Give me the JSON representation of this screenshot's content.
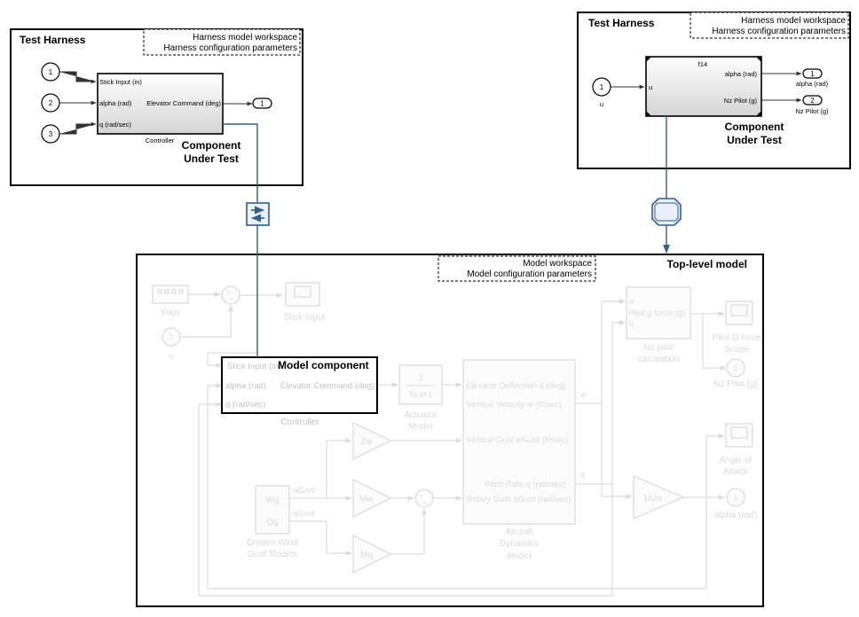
{
  "harness_left": {
    "title": "Test Harness",
    "workspace_note": "Harness model workspace",
    "config_note": "Harness configuration parameters",
    "inports": [
      "1",
      "2",
      "3"
    ],
    "outport": "1",
    "controller_inputs": [
      "Stick Input (in)",
      "alpha (rad)",
      "q (rad/sec)"
    ],
    "controller_output": "Elevator Command (deg)",
    "controller_name": "Controller",
    "cut_label_line1": "Component",
    "cut_label_line2": "Under Test"
  },
  "harness_right": {
    "title": "Test Harness",
    "workspace_note": "Harness model workspace",
    "config_note": "Harness configuration parameters",
    "inport": "1",
    "inport_name": "u",
    "block_name": "f14",
    "block_input": "u",
    "block_outputs": [
      "alpha (rad)",
      "Nz Pilot (g)"
    ],
    "outports": [
      "1",
      "2"
    ],
    "outport_names": [
      "alpha (rad)",
      "Nz Pilot (g)"
    ],
    "cut_label_line1": "Component",
    "cut_label_line2": "Under Test"
  },
  "top_model": {
    "title": "Top-level model",
    "workspace_note": "Model workspace",
    "config_note": "Model configuration parameters",
    "highlight_label": "Model component",
    "pilot": "Pilot",
    "stick_scope": "Stick Input",
    "inport_1": "1",
    "inport_1_name": "u",
    "controller_inputs": [
      "Stick Input (in)",
      "alpha (rad)",
      "q (rad/sec)"
    ],
    "controller_output": "Elevator Command (deg)",
    "controller_name": "Controller",
    "actuator_num": "1",
    "actuator_den": "Ta.s+1",
    "actuator_name_1": "Actuator",
    "actuator_name_2": "Model",
    "aircraft_inputs": [
      "Elevator Deflection d (deg)",
      "Vertical Velocity w (ft/sec)",
      "Vertical Gust wGust (ft/sec)",
      "Pitch Rate q (rad/sec)",
      "Rotary Gust qGust (rad/sec)"
    ],
    "aircraft_name_1": "Aircraft",
    "aircraft_name_2": "Dynamics",
    "aircraft_name_3": "Model",
    "sig_w": "w",
    "sig_q": "q",
    "nz_inputs": [
      "w",
      "q"
    ],
    "nz_output": "Pilot g force (g)",
    "nz_name_1": "Nz pilot",
    "nz_name_2": "calculation",
    "pilot_scope_1": "Pilot G force",
    "pilot_scope_2": "Scope",
    "out2": "2",
    "out2_name": "Nz Pilot (g)",
    "aoa_scope_1": "Angle of",
    "aoa_scope_2": "Attack",
    "out1": "1",
    "out1_name": "alpha (rad)",
    "gain_zw": "Zw",
    "gain_mw": "Mw",
    "gain_mq": "Mq",
    "gain_uo": "1/Uo",
    "dryden_wg": "Wg",
    "dryden_qg": "Qg",
    "dryden_out_w": "wGust",
    "dryden_out_q": "qGust",
    "dryden_name_1": "Dryden Wind",
    "dryden_name_2": "Gust Models"
  }
}
